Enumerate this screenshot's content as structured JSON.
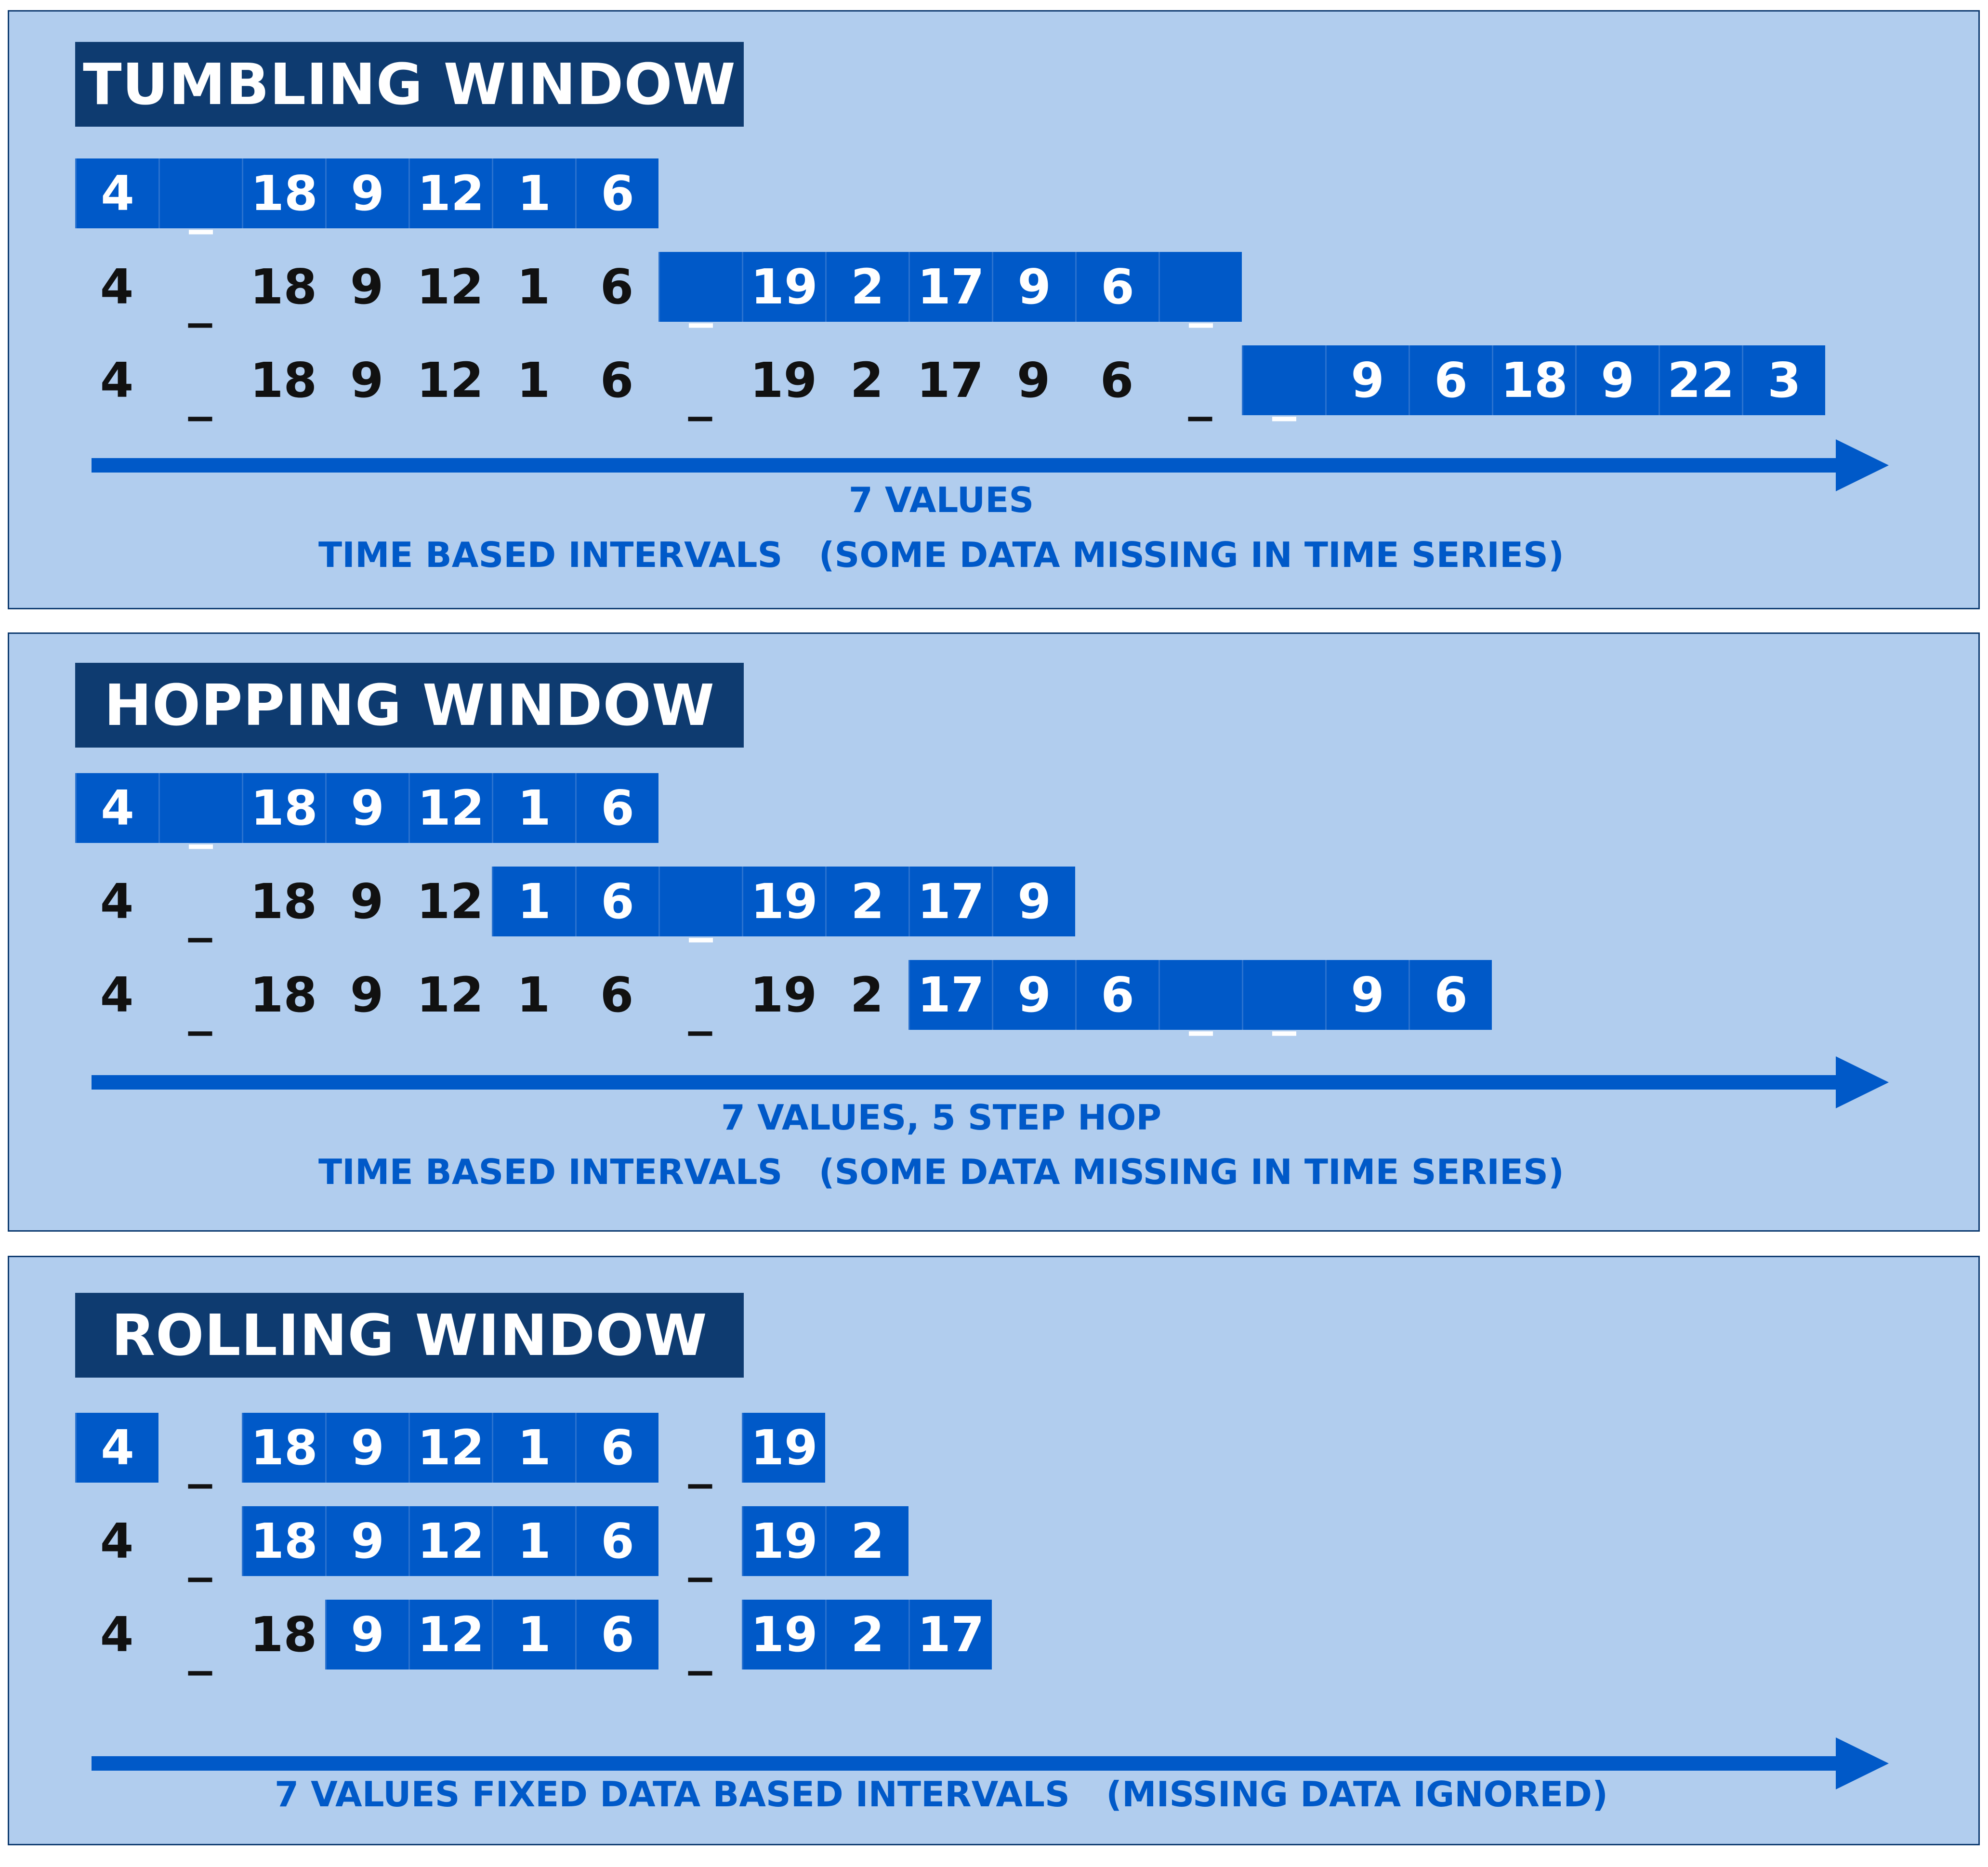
{
  "panels": [
    {
      "title": "TUMBLING WINDOW",
      "rows": [
        {
          "values": [
            "4",
            "_",
            "18",
            "9",
            "12",
            "1",
            "6"
          ],
          "highlight": [
            [
              0,
              6
            ]
          ]
        },
        {
          "values": [
            "4",
            "_",
            "18",
            "9",
            "12",
            "1",
            "6",
            "_",
            "19",
            "2",
            "17",
            "9",
            "6",
            "_"
          ],
          "highlight": [
            [
              7,
              13
            ]
          ]
        },
        {
          "values": [
            "4",
            "_",
            "18",
            "9",
            "12",
            "1",
            "6",
            "_",
            "19",
            "2",
            "17",
            "9",
            "6",
            "_",
            "_",
            "9",
            "6",
            "18",
            "9",
            "22",
            "3"
          ],
          "highlight": [
            [
              14,
              20
            ]
          ]
        }
      ],
      "caption_lines": [
        "7 VALUES",
        "TIME BASED INTERVALS   (SOME DATA MISSING IN TIME SERIES)"
      ]
    },
    {
      "title": "HOPPING WINDOW",
      "rows": [
        {
          "values": [
            "4",
            "_",
            "18",
            "9",
            "12",
            "1",
            "6"
          ],
          "highlight": [
            [
              0,
              6
            ]
          ]
        },
        {
          "values": [
            "4",
            "_",
            "18",
            "9",
            "12",
            "1",
            "6",
            "_",
            "19",
            "2",
            "17",
            "9"
          ],
          "highlight": [
            [
              5,
              11
            ]
          ]
        },
        {
          "values": [
            "4",
            "_",
            "18",
            "9",
            "12",
            "1",
            "6",
            "_",
            "19",
            "2",
            "17",
            "9",
            "6",
            "_",
            "_",
            "9",
            "6"
          ],
          "highlight": [
            [
              10,
              16
            ]
          ]
        }
      ],
      "caption_lines": [
        "7 VALUES, 5 STEP HOP",
        "TIME BASED INTERVALS   (SOME DATA MISSING IN TIME SERIES)"
      ]
    },
    {
      "title": "ROLLING WINDOW",
      "rows": [
        {
          "values": [
            "4",
            "_",
            "18",
            "9",
            "12",
            "1",
            "6",
            "_",
            "19"
          ],
          "highlight": [
            [
              0,
              0
            ],
            [
              2,
              6
            ],
            [
              8,
              8
            ]
          ]
        },
        {
          "values": [
            "4",
            "_",
            "18",
            "9",
            "12",
            "1",
            "6",
            "_",
            "19",
            "2"
          ],
          "highlight": [
            [
              2,
              6
            ],
            [
              8,
              9
            ]
          ]
        },
        {
          "values": [
            "4",
            "_",
            "18",
            "9",
            "12",
            "1",
            "6",
            "_",
            "19",
            "2",
            "17"
          ],
          "highlight": [
            [
              3,
              6
            ],
            [
              8,
              10
            ]
          ]
        }
      ],
      "caption_lines": [
        "7 VALUES FIXED DATA BASED INTERVALS   (MISSING DATA IGNORED)"
      ]
    }
  ]
}
